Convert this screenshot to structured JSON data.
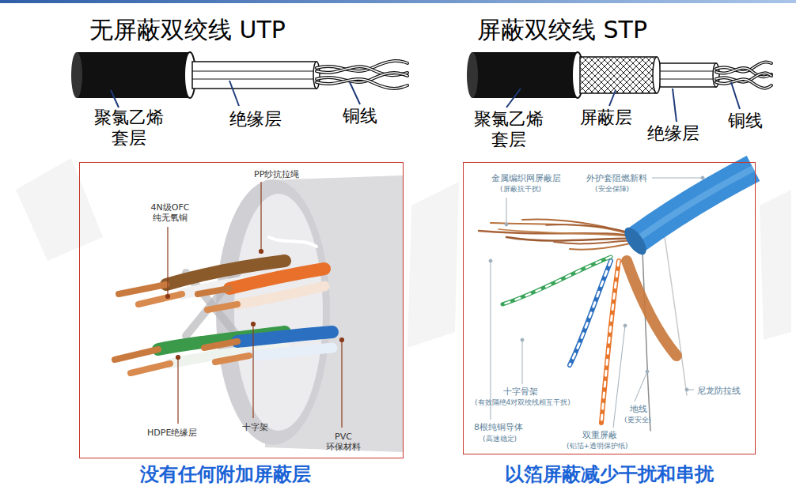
{
  "diagram": {
    "nodes": [
      {
        "text": [
          "PP纱抗拉绳",
          "4N级OFC 纯无氧铜",
          "HDPE绝缘层",
          "十字架",
          "PVC 环保材料"
        ]
      },
      {
        "text": [
          "金属编织网屏蔽层",
          "(屏蔽抗干扰)",
          "外护套阻燃新料",
          "(安全保障)",
          "十字骨架",
          "(有效隔绝4对双绞线相互干扰)",
          "8根纯铜导体",
          "(高速稳定)",
          "双重屏蔽",
          "(铝箔+透明保护纸)",
          "地线",
          "(更安全)",
          "尼龙防拉线"
        ]
      }
    ],
    "labels": [
      "无屏蔽双绞线 UTP",
      "屏蔽双绞线 STP",
      "聚氯乙烯 套层",
      "绝缘层",
      "铜线",
      "聚氯乙烯 套层",
      "屏蔽层",
      "绝缘层",
      "铜线",
      "没有任何附加屏蔽层",
      "以箔屏蔽减少干扰和串扰"
    ]
  }
}
